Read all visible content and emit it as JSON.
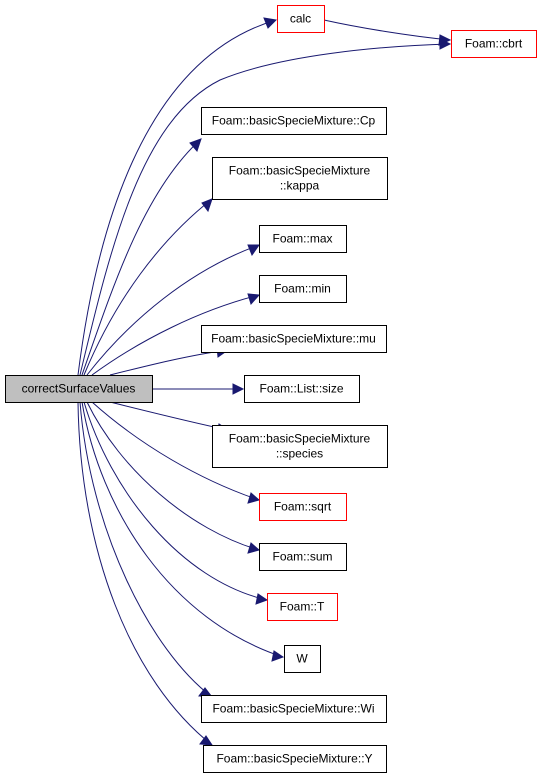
{
  "colors": {
    "edge": "#191970",
    "root_fill": "#bfbfbf",
    "node_fill": "#ffffff",
    "node_border": "#000000",
    "link_border": "#ff0000"
  },
  "nodes": {
    "root": {
      "lines": [
        "correctSurfaceValues"
      ],
      "style": "root"
    },
    "calc": {
      "lines": [
        "calc"
      ],
      "style": "link"
    },
    "cbrt": {
      "lines": [
        "Foam::cbrt"
      ],
      "style": "link"
    },
    "cp": {
      "lines": [
        "Foam::basicSpecieMixture::Cp"
      ],
      "style": "normal"
    },
    "kappa": {
      "lines": [
        "Foam::basicSpecieMixture",
        "::kappa"
      ],
      "style": "normal"
    },
    "max": {
      "lines": [
        "Foam::max"
      ],
      "style": "normal"
    },
    "min": {
      "lines": [
        "Foam::min"
      ],
      "style": "normal"
    },
    "mu": {
      "lines": [
        "Foam::basicSpecieMixture::mu"
      ],
      "style": "normal"
    },
    "size": {
      "lines": [
        "Foam::List::size"
      ],
      "style": "normal"
    },
    "species": {
      "lines": [
        "Foam::basicSpecieMixture",
        "::species"
      ],
      "style": "normal"
    },
    "sqrt": {
      "lines": [
        "Foam::sqrt"
      ],
      "style": "link"
    },
    "sum": {
      "lines": [
        "Foam::sum"
      ],
      "style": "normal"
    },
    "T": {
      "lines": [
        "Foam::T"
      ],
      "style": "link"
    },
    "W": {
      "lines": [
        "W"
      ],
      "style": "normal"
    },
    "Wi": {
      "lines": [
        "Foam::basicSpecieMixture::Wi"
      ],
      "style": "normal"
    },
    "Y": {
      "lines": [
        "Foam::basicSpecieMixture::Y"
      ],
      "style": "normal"
    }
  },
  "edges": [
    {
      "from": "root",
      "to": "calc"
    },
    {
      "from": "root",
      "to": "cbrt"
    },
    {
      "from": "calc",
      "to": "cbrt"
    },
    {
      "from": "root",
      "to": "cp"
    },
    {
      "from": "root",
      "to": "kappa"
    },
    {
      "from": "root",
      "to": "max"
    },
    {
      "from": "root",
      "to": "min"
    },
    {
      "from": "root",
      "to": "mu"
    },
    {
      "from": "root",
      "to": "size"
    },
    {
      "from": "root",
      "to": "species"
    },
    {
      "from": "root",
      "to": "sqrt"
    },
    {
      "from": "root",
      "to": "sum"
    },
    {
      "from": "root",
      "to": "T"
    },
    {
      "from": "root",
      "to": "W"
    },
    {
      "from": "root",
      "to": "Wi"
    },
    {
      "from": "root",
      "to": "Y"
    }
  ]
}
